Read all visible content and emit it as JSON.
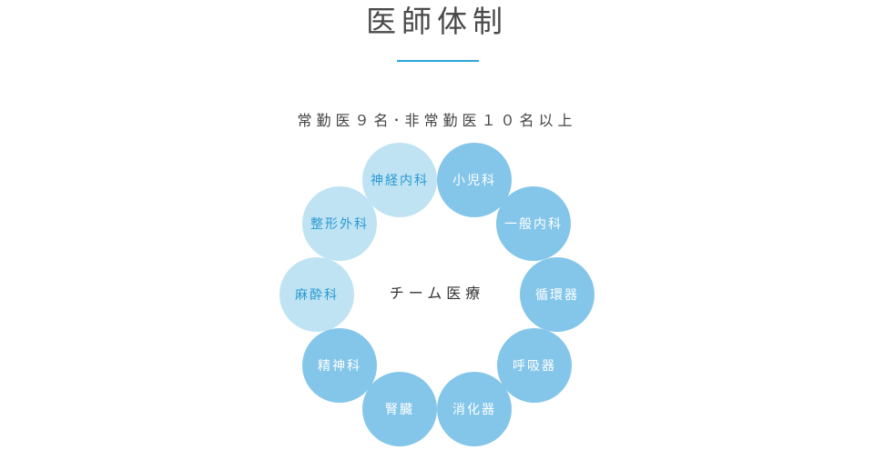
{
  "header": {
    "title": "医師体制",
    "underline_color": "#27a6dc"
  },
  "staffing": {
    "summary": "常勤医９名･非常勤医１０名以上"
  },
  "team": {
    "center_label": "チーム医療",
    "departments": [
      {
        "label": "小児科",
        "tone": "dark"
      },
      {
        "label": "一般内科",
        "tone": "dark"
      },
      {
        "label": "循環器",
        "tone": "dark"
      },
      {
        "label": "呼吸器",
        "tone": "dark"
      },
      {
        "label": "消化器",
        "tone": "dark"
      },
      {
        "label": "腎臓",
        "tone": "dark"
      },
      {
        "label": "精神科",
        "tone": "dark"
      },
      {
        "label": "麻酔科",
        "tone": "light"
      },
      {
        "label": "整形外科",
        "tone": "light"
      },
      {
        "label": "神経内科",
        "tone": "light"
      }
    ],
    "colors": {
      "dark_circle": "#84c6e9",
      "light_circle": "#bfe3f3",
      "light_text": "#2a9ad4"
    }
  }
}
